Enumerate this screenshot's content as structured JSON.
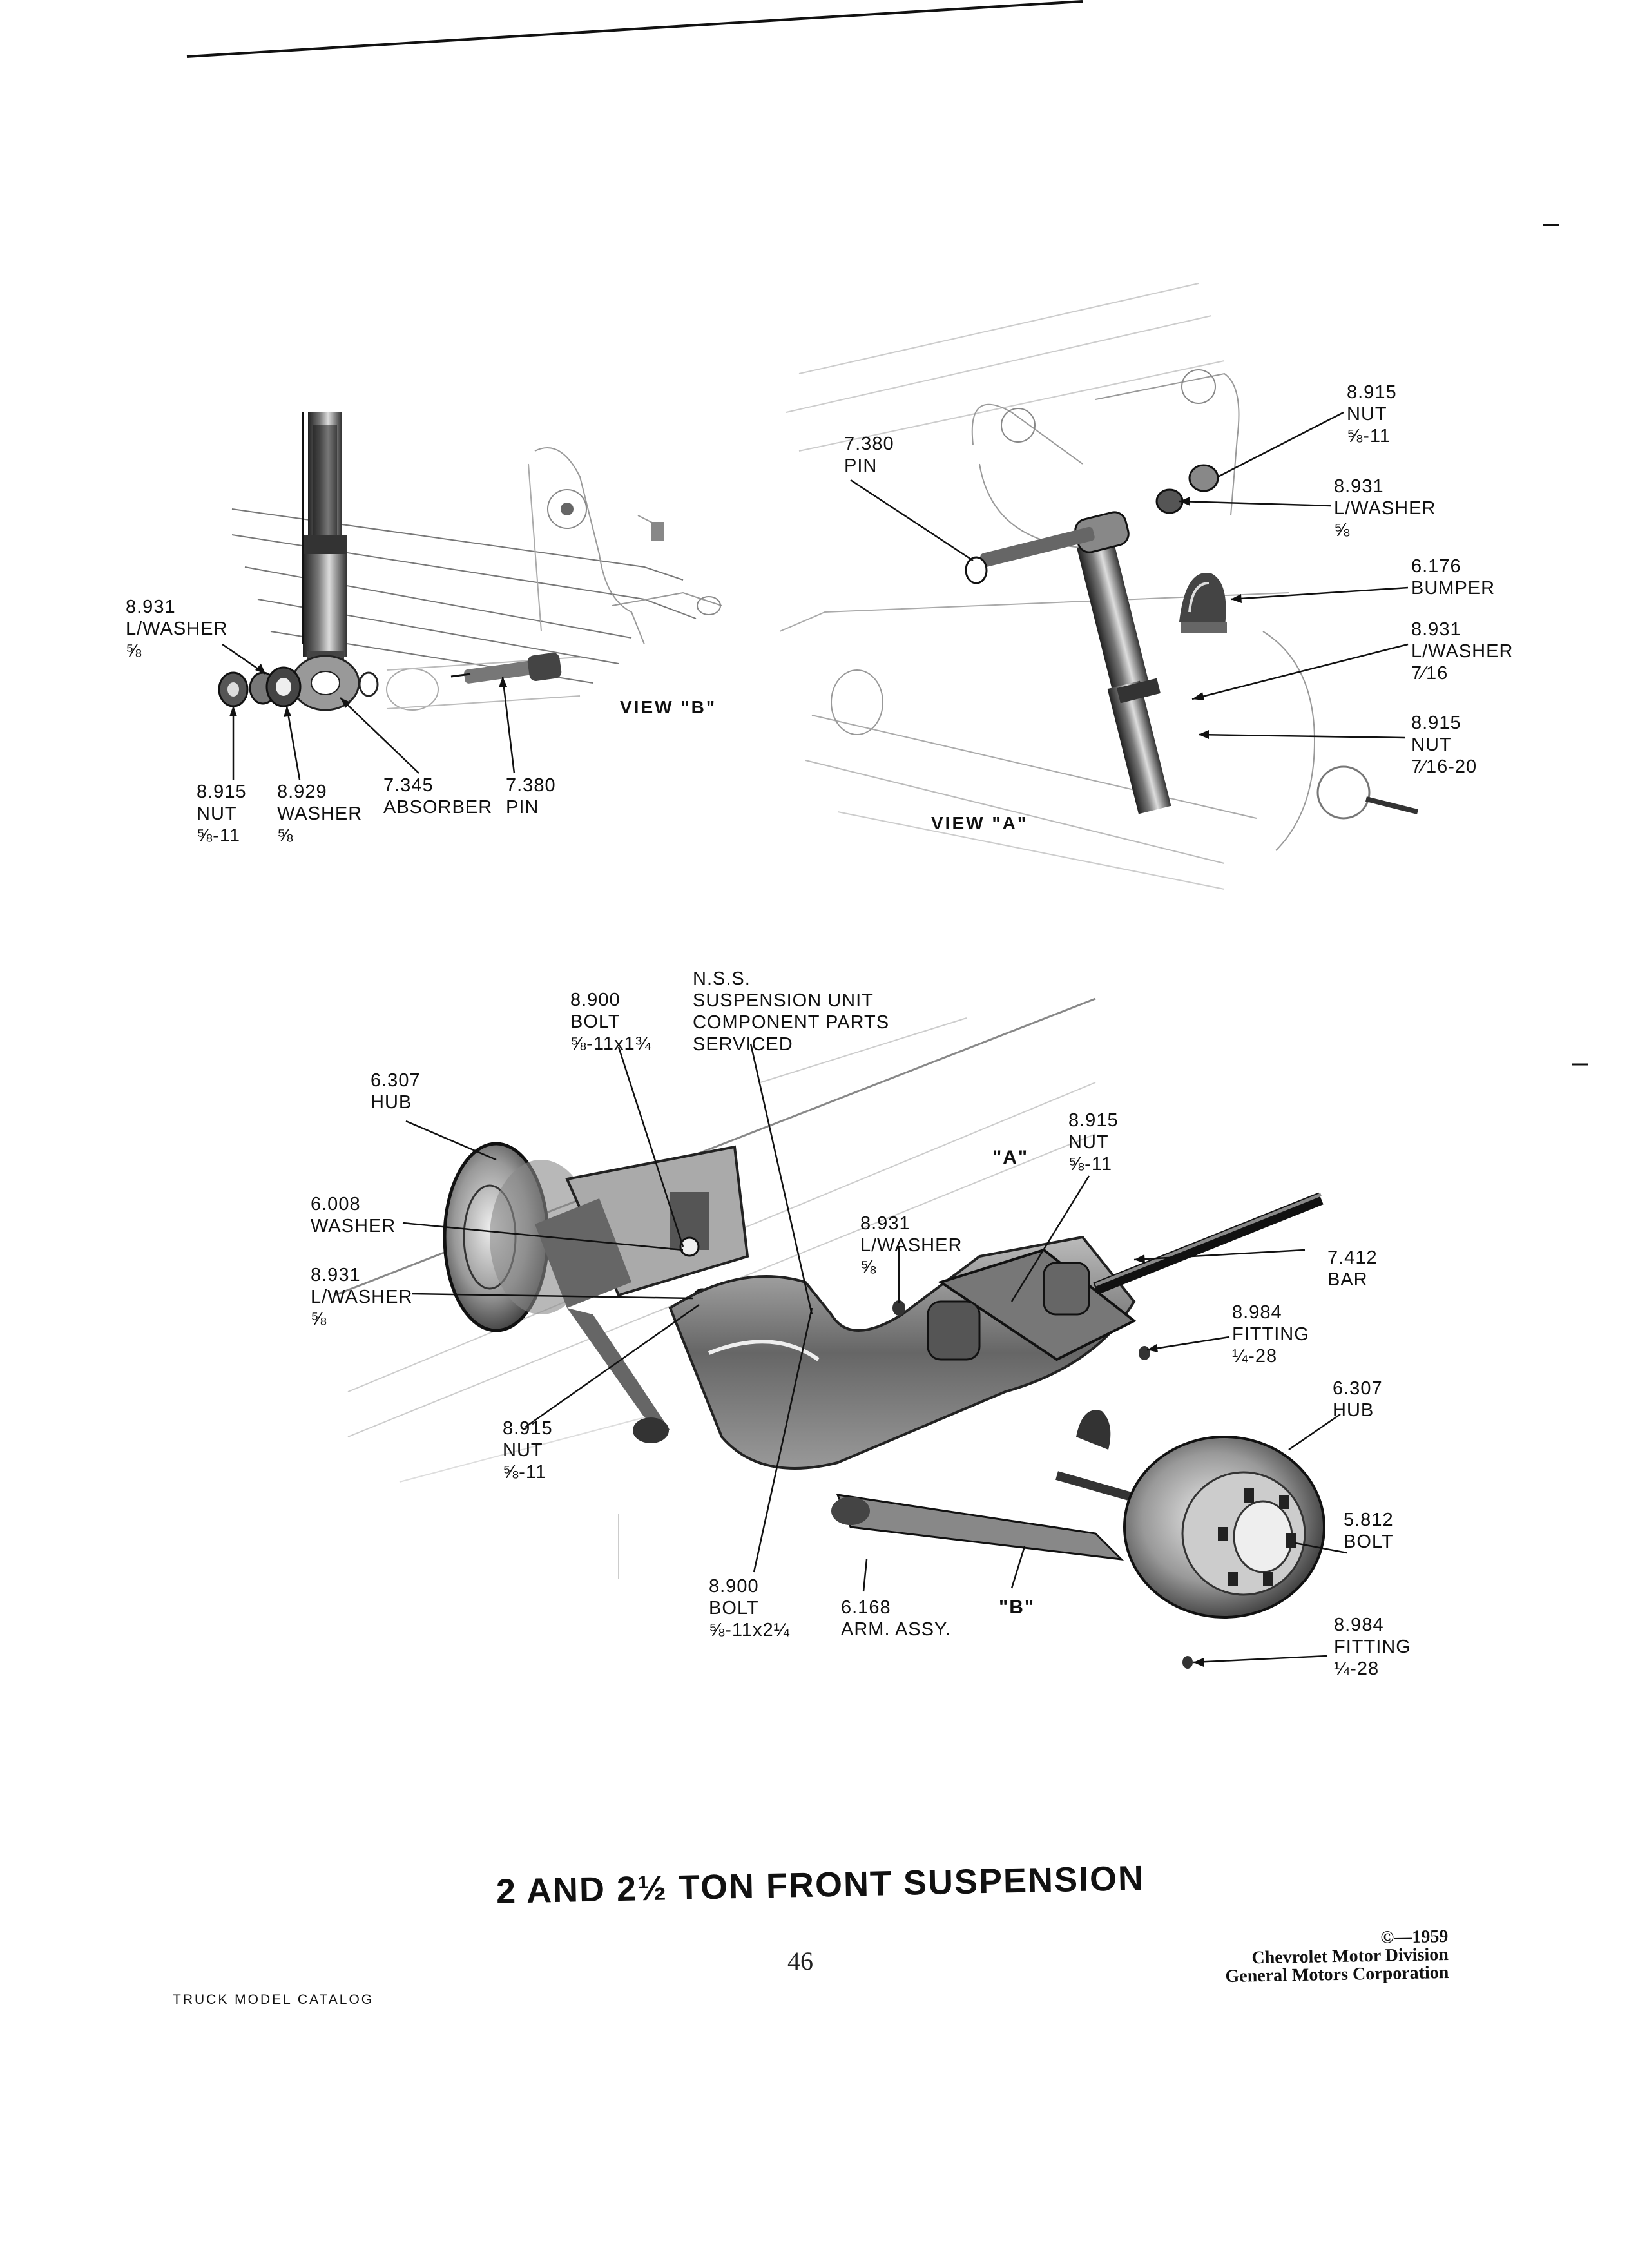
{
  "page": {
    "title": "2 AND 2½ TON FRONT SUSPENSION",
    "page_number": "46",
    "footer_left": "TRUCK MODEL CATALOG",
    "copyright": [
      "©—1959",
      "Chevrolet Motor Division",
      "General Motors Corporation"
    ]
  },
  "view_b": {
    "label": "VIEW \"B\"",
    "callouts": [
      {
        "lines": [
          "8.931",
          "L/WASHER",
          "⅝"
        ]
      },
      {
        "lines": [
          "8.915",
          "NUT",
          "⅝-11"
        ]
      },
      {
        "lines": [
          "8.929",
          "WASHER",
          "⅝"
        ]
      },
      {
        "lines": [
          "7.345",
          "ABSORBER"
        ]
      },
      {
        "lines": [
          "7.380",
          "PIN"
        ]
      }
    ]
  },
  "view_a": {
    "label": "VIEW \"A\"",
    "callouts": [
      {
        "lines": [
          "7.380",
          "PIN"
        ]
      },
      {
        "lines": [
          "8.915",
          "NUT",
          "⅝-11"
        ]
      },
      {
        "lines": [
          "8.931",
          "L/WASHER",
          "⅝"
        ]
      },
      {
        "lines": [
          "6.176",
          "BUMPER"
        ]
      },
      {
        "lines": [
          "8.931",
          "L/WASHER",
          "7⁄16"
        ]
      },
      {
        "lines": [
          "8.915",
          "NUT",
          "7⁄16-20"
        ]
      }
    ]
  },
  "main": {
    "ref_a": "\"A\"",
    "ref_b": "\"B\"",
    "callouts": [
      {
        "lines": [
          "N.S.S.",
          "SUSPENSION UNIT",
          "COMPONENT PARTS",
          "SERVICED"
        ]
      },
      {
        "lines": [
          "8.900",
          "BOLT",
          "⅝-11x1¾"
        ]
      },
      {
        "lines": [
          "6.307",
          "HUB"
        ]
      },
      {
        "lines": [
          "6.008",
          "WASHER"
        ]
      },
      {
        "lines": [
          "8.931",
          "L/WASHER",
          "⅝"
        ]
      },
      {
        "lines": [
          "8.915",
          "NUT",
          "⅝-11"
        ]
      },
      {
        "lines": [
          "8.931",
          "L/WASHER",
          "⅝"
        ]
      },
      {
        "lines": [
          "8.915",
          "NUT",
          "⅝-11"
        ]
      },
      {
        "lines": [
          "7.412",
          "BAR"
        ]
      },
      {
        "lines": [
          "8.984",
          "FITTING",
          "¼-28"
        ]
      },
      {
        "lines": [
          "6.307",
          "HUB"
        ]
      },
      {
        "lines": [
          "5.812",
          "BOLT"
        ]
      },
      {
        "lines": [
          "8.984",
          "FITTING",
          "¼-28"
        ]
      },
      {
        "lines": [
          "8.900",
          "BOLT",
          "⅝-11x2¼"
        ]
      },
      {
        "lines": [
          "6.168",
          "ARM. ASSY."
        ]
      }
    ]
  }
}
